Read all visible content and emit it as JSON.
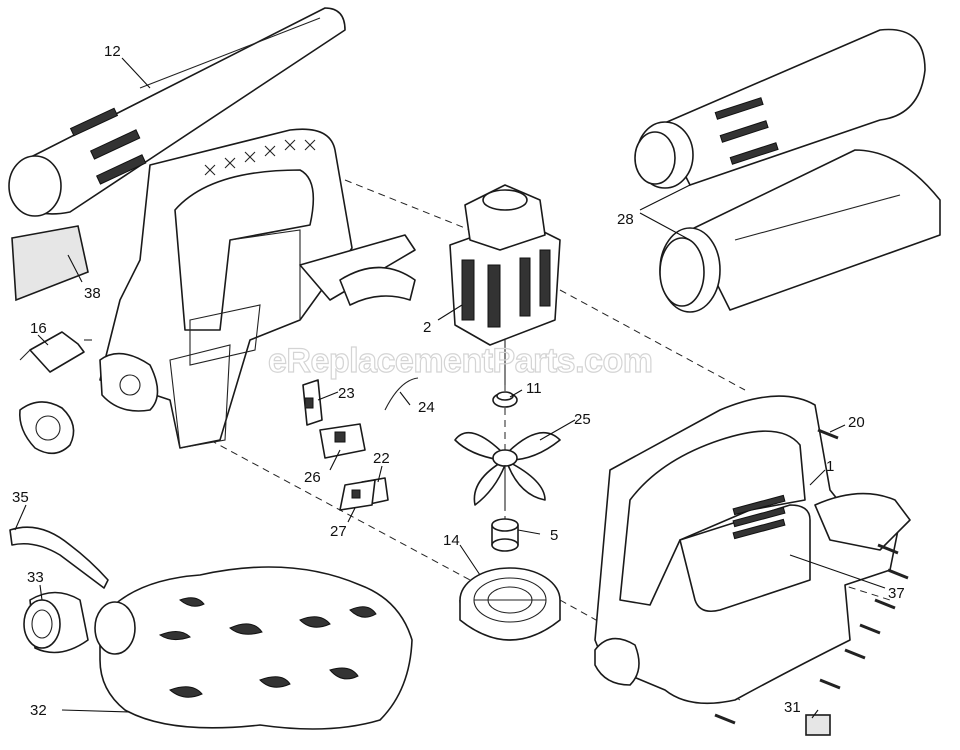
{
  "watermark": "eReplacementParts.com",
  "callouts": {
    "p1": "1",
    "p2": "2",
    "p5": "5",
    "p11": "11",
    "p12": "12",
    "p14": "14",
    "p16": "16",
    "p20": "20",
    "p22": "22",
    "p23": "23",
    "p24": "24",
    "p25": "25",
    "p26": "26",
    "p27": "27",
    "p28": "28",
    "p31": "31",
    "p32": "32",
    "p33": "33",
    "p35": "35",
    "p37": "37",
    "p38": "38"
  }
}
